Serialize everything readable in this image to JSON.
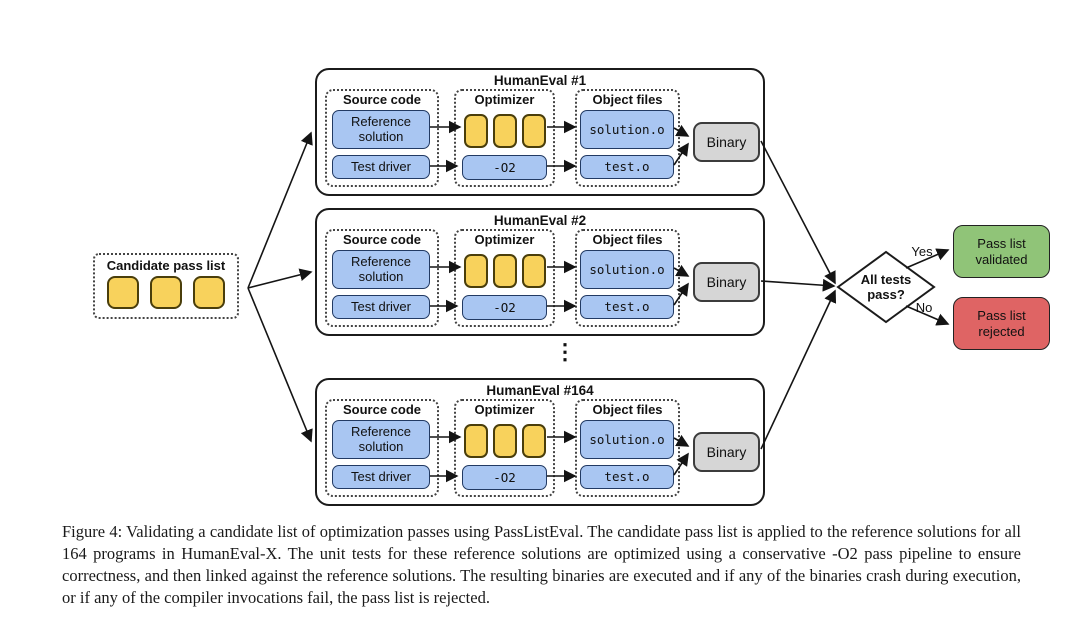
{
  "colors": {
    "panel_border": "#1b1b1b",
    "dotted_border": "#444444",
    "blue_fill": "#A9C6F2",
    "blue_border": "#223a63",
    "yellow_fill": "#F8D25C",
    "yellow_border": "#4a3e0b",
    "gray_fill": "#D6D6D6",
    "gray_border": "#3c3c3c",
    "green_fill": "#90C478",
    "red_fill": "#DF6464",
    "outcome_border": "#222222",
    "arrow": "#141414"
  },
  "candidate": {
    "label": "Candidate pass list",
    "pass_count": 3
  },
  "panels": [
    {
      "title": "HumanEval #1",
      "source_heading": "Source code",
      "reference_label": "Reference solution",
      "test_driver_label": "Test driver",
      "optimizer_heading": "Optimizer",
      "opt_level_label": "-O2",
      "object_heading": "Object files",
      "solution_object_label": "solution.o",
      "test_object_label": "test.o",
      "binary_label": "Binary"
    },
    {
      "title": "HumanEval #2",
      "source_heading": "Source code",
      "reference_label": "Reference solution",
      "test_driver_label": "Test driver",
      "optimizer_heading": "Optimizer",
      "opt_level_label": "-O2",
      "object_heading": "Object files",
      "solution_object_label": "solution.o",
      "test_object_label": "test.o",
      "binary_label": "Binary"
    },
    {
      "title": "HumanEval #164",
      "source_heading": "Source code",
      "reference_label": "Reference solution",
      "test_driver_label": "Test driver",
      "optimizer_heading": "Optimizer",
      "opt_level_label": "-O2",
      "object_heading": "Object files",
      "solution_object_label": "solution.o",
      "test_object_label": "test.o",
      "binary_label": "Binary"
    }
  ],
  "ellipsis": "⋮",
  "decision": {
    "question": "All tests pass?",
    "yes_label": "Yes",
    "no_label": "No"
  },
  "outcomes": {
    "validated_label": "Pass list validated",
    "rejected_label": "Pass list rejected"
  },
  "caption": "Figure 4: Validating a candidate list of optimization passes using PassListEval. The candidate pass list is applied to the reference solutions for all 164 programs in HumanEval-X. The unit tests for these reference solutions are optimized using a conservative -O2 pass pipeline to ensure correctness, and then linked against the reference solutions. The resulting binaries are executed and if any of the binaries crash during execution, or if any of the compiler invocations fail, the pass list is rejected."
}
